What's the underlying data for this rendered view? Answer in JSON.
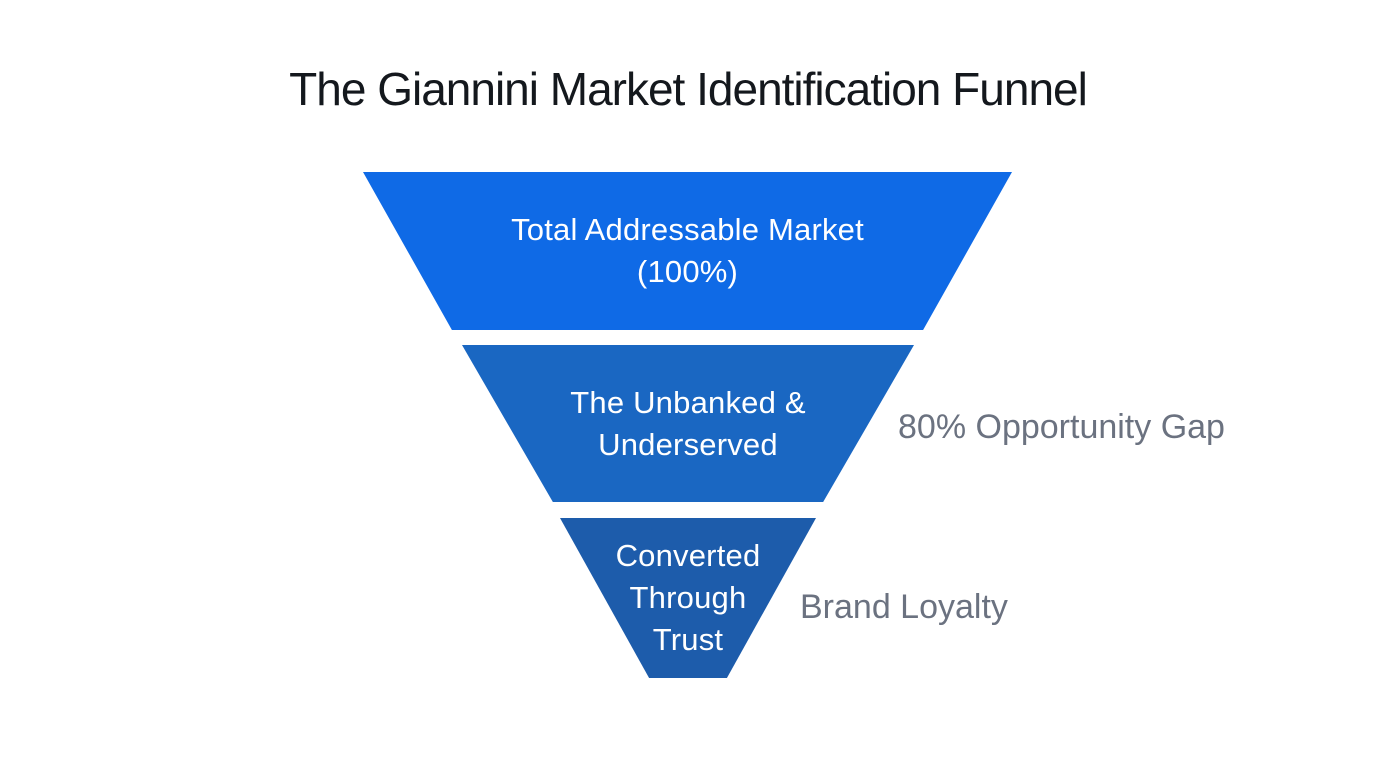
{
  "title": "The Giannini Market Identification Funnel",
  "colors": {
    "background": "#ffffff",
    "title_text": "#14181d",
    "tier_text": "#ffffff",
    "side_label_text": "#6b7280",
    "tier1_blue": "#0f6ae6",
    "tier2_blue": "#1a67c2",
    "tier3_blue": "#1d5cab"
  },
  "funnel": {
    "tiers": [
      {
        "label": "Total Addressable Market (100%)",
        "lines": [
          "Total Addressable Market",
          "(100%)"
        ],
        "color": "#0f6ae6"
      },
      {
        "label": "The Unbanked & Underserved",
        "lines": [
          "The Unbanked &",
          "Underserved"
        ],
        "color": "#1a67c2",
        "side_label": "80% Opportunity Gap"
      },
      {
        "label": "Converted Through Trust",
        "lines": [
          "Converted",
          "Through",
          "Trust"
        ],
        "color": "#1d5cab",
        "side_label": "Brand Loyalty"
      }
    ]
  }
}
